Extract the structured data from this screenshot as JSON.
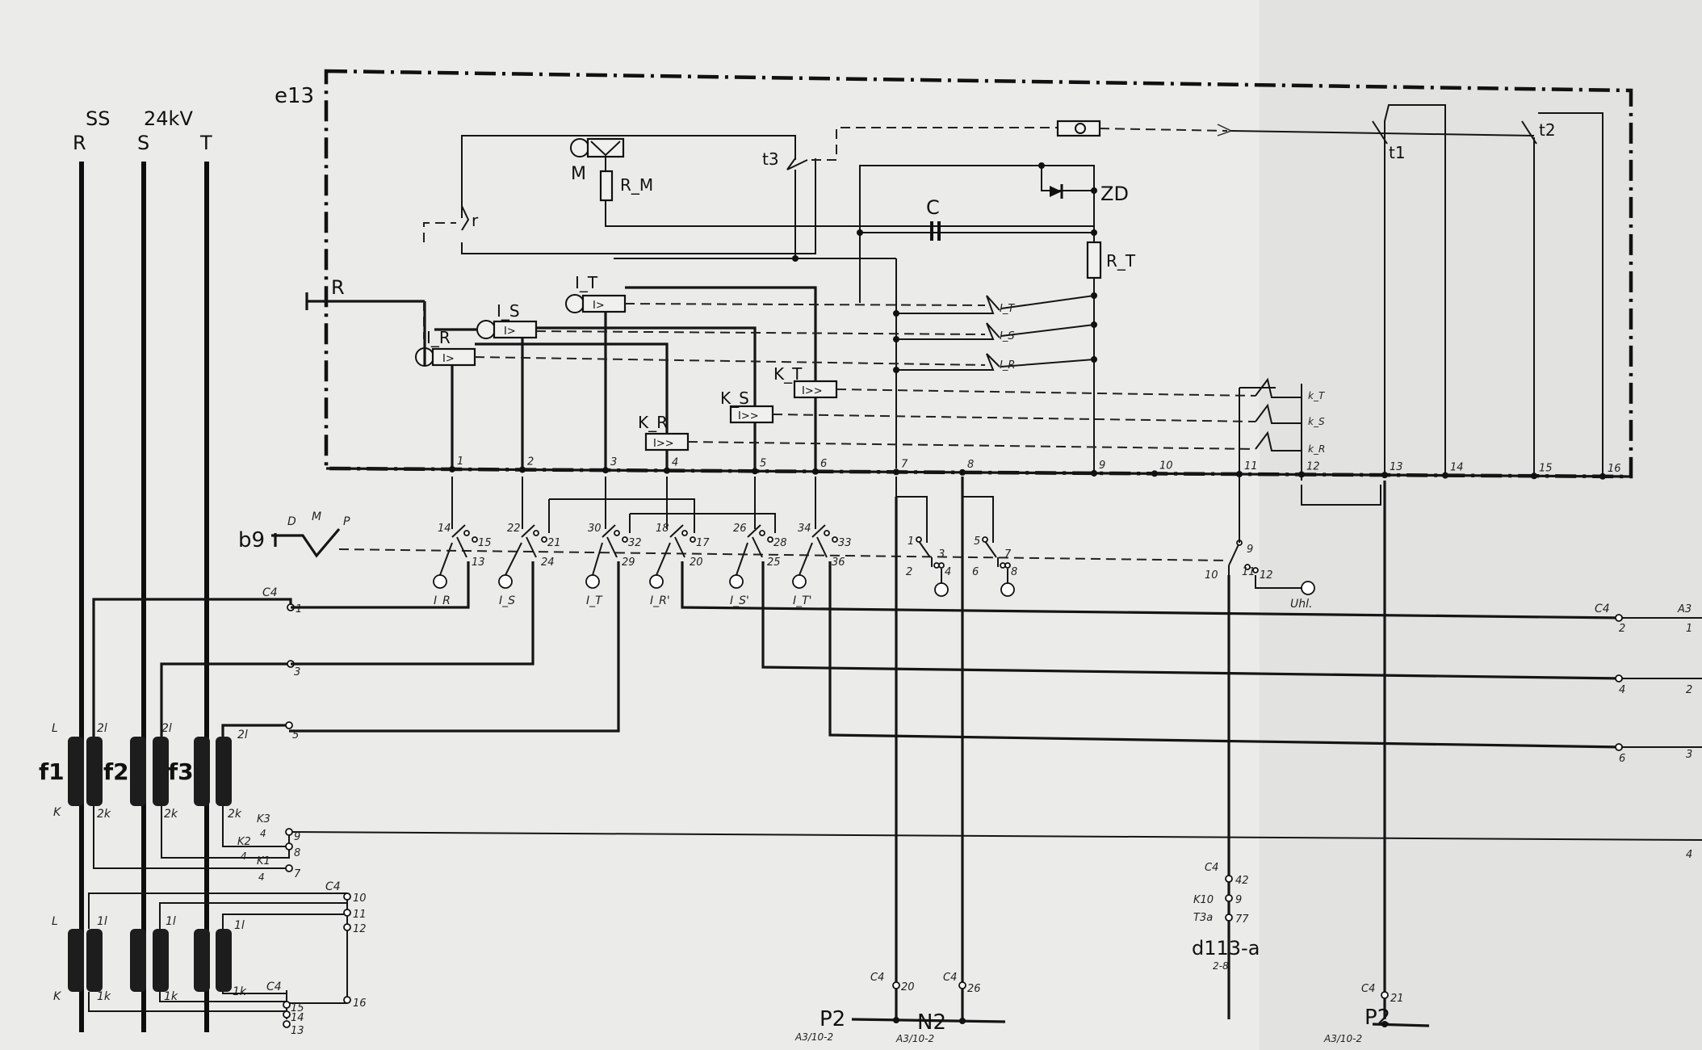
{
  "diagram": {
    "enclosure_label": "e13",
    "supply": {
      "system": "SS",
      "voltage": "24kV",
      "phases": [
        "R",
        "S",
        "T"
      ]
    },
    "phase_entry_label": "R",
    "transformers": [
      "f1",
      "f2",
      "f3"
    ],
    "transformer_terminals": {
      "L": "L",
      "K": "K",
      "twoL": "2l",
      "twoK": "2k",
      "oneL": "1l",
      "oneK": "1k"
    },
    "relays": {
      "overcurrent": [
        "I_R",
        "I_S",
        "I_T"
      ],
      "instantaneous": [
        "K_R",
        "K_S",
        "K_T"
      ],
      "glyph_normal": "I>",
      "glyph_inst": "I>>"
    },
    "components": {
      "motor": "M",
      "motor_resistor": "R_M",
      "capacitor": "C",
      "zener": "ZD",
      "resistor_t": "R_T",
      "timer_contact_3": "t3",
      "timer_contact_1": "t1",
      "timer_contact_2": "t2",
      "contact_r": "r"
    },
    "relay_contacts_top": [
      "I_T",
      "I_S",
      "I_R"
    ],
    "relay_contacts_k": [
      "k_T",
      "k_S",
      "k_R"
    ],
    "main_terminals": [
      "1",
      "2",
      "3",
      "4",
      "5",
      "6",
      "7",
      "8",
      "9",
      "10",
      "11",
      "12",
      "13",
      "14",
      "15",
      "16"
    ],
    "switch": {
      "label": "b9",
      "positions": [
        "D",
        "M",
        "P"
      ],
      "test_labels": [
        "I_R",
        "I_S",
        "I_T",
        "I_R'",
        "I_S'",
        "I_T'",
        "Uhl."
      ],
      "terminals": [
        [
          "14",
          "13",
          "15",
          "22",
          "24",
          "21"
        ],
        [
          "30",
          "29",
          "32",
          "18",
          "20",
          "17"
        ],
        [
          "26",
          "25",
          "28",
          "34",
          "36",
          "33"
        ],
        [
          "1",
          "2",
          "3",
          "4",
          "5",
          "6",
          "7",
          "8"
        ],
        [
          "9",
          "10",
          "11",
          "12"
        ]
      ]
    },
    "c4_terminals": {
      "tag": "C4",
      "left": [
        "1",
        "3",
        "5",
        "9",
        "8",
        "7",
        "10",
        "11",
        "12",
        "16",
        "15",
        "14",
        "13"
      ],
      "k_labels": [
        "K3",
        "K2",
        "K1"
      ],
      "k_nums": [
        "4",
        "4",
        "4"
      ],
      "bottom": [
        "20",
        "26",
        "42",
        "21"
      ],
      "right": [
        "2",
        "4",
        "6"
      ]
    },
    "d113": {
      "label": "d113-a",
      "sub": "2-8",
      "rows": [
        "K10",
        "T3a"
      ],
      "nums": [
        "42",
        "9",
        "77"
      ]
    },
    "outputs": {
      "tag": "A3",
      "numbers": [
        "1",
        "2",
        "3",
        "4"
      ]
    },
    "bottom_buses": [
      {
        "label": "P2",
        "ref": "A3/10-2"
      },
      {
        "label": "N2",
        "ref": "A3/10-2"
      },
      {
        "label": "P2",
        "ref": "A3/10-2"
      }
    ]
  }
}
